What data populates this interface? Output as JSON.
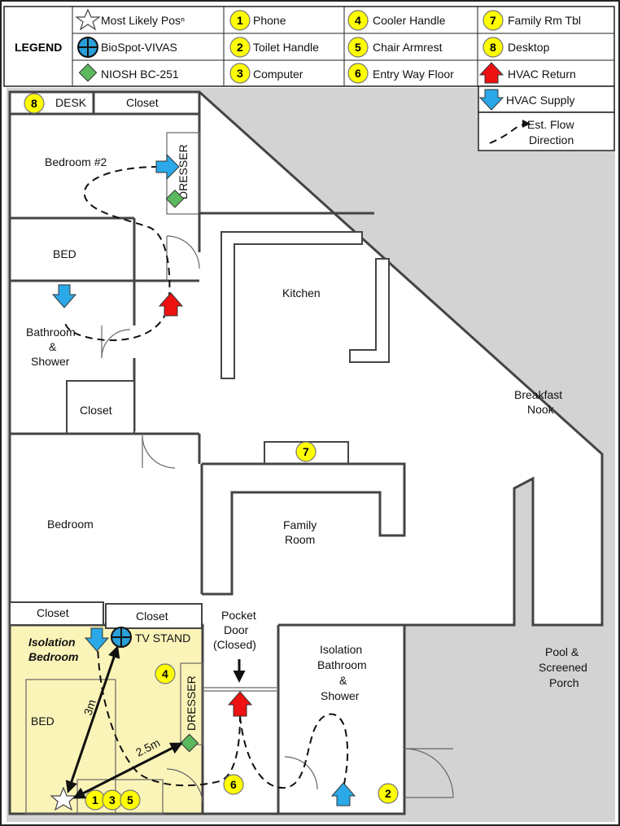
{
  "legend": {
    "title": "LEGEND",
    "items": {
      "most_likely": "Most Likely Posⁿ",
      "biospot": "BioSpot-VIVAS",
      "niosh": "NIOSH BC-251",
      "phone": "Phone",
      "toilet": "Toilet Handle",
      "computer": "Computer",
      "cooler": "Cooler Handle",
      "chair": "Chair Armrest",
      "entry": "Entry Way Floor",
      "family_tbl": "Family Rm Tbl",
      "desktop": "Desktop",
      "hvac_return": "HVAC Return",
      "hvac_supply": "HVAC Supply",
      "flow_1": "Est. Flow",
      "flow_2": "Direction"
    },
    "numbers": {
      "n1": "1",
      "n2": "2",
      "n3": "3",
      "n4": "4",
      "n5": "5",
      "n6": "6",
      "n7": "7",
      "n8": "8"
    }
  },
  "rooms": {
    "desk": "DESK",
    "closet": "Closet",
    "bedroom2": "Bedroom #2",
    "dresser": "DRESSER",
    "bed": "BED",
    "bathroom_1": "Bathroom",
    "bathroom_2": "&",
    "bathroom_3": "Shower",
    "kitchen": "Kitchen",
    "breakfast_1": "Breakfast",
    "breakfast_2": "Nook",
    "bedroom": "Bedroom",
    "family_1": "Family",
    "family_2": "Room",
    "isolation_1": "Isolation",
    "isolation_2": "Bedroom",
    "tv_stand": "TV STAND",
    "pocket_1": "Pocket",
    "pocket_2": "Door",
    "pocket_3": "(Closed)",
    "iso_bath_1": "Isolation",
    "iso_bath_2": "Bathroom",
    "iso_bath_3": "&",
    "iso_bath_4": "Shower",
    "pool_1": "Pool &",
    "pool_2": "Screened",
    "pool_3": "Porch"
  },
  "distances": {
    "d1": "3m",
    "d2": "2.5m"
  },
  "colors": {
    "marker_yellow": "#ffff00",
    "niosh_green": "#5cb85c",
    "biospot_blue": "#2a9fd8",
    "hvac_return_red": "#ee1111",
    "hvac_supply_blue": "#2aa8e8",
    "isolation_fill": "#fbf4b8",
    "outside_gray": "#d3d3d3"
  }
}
